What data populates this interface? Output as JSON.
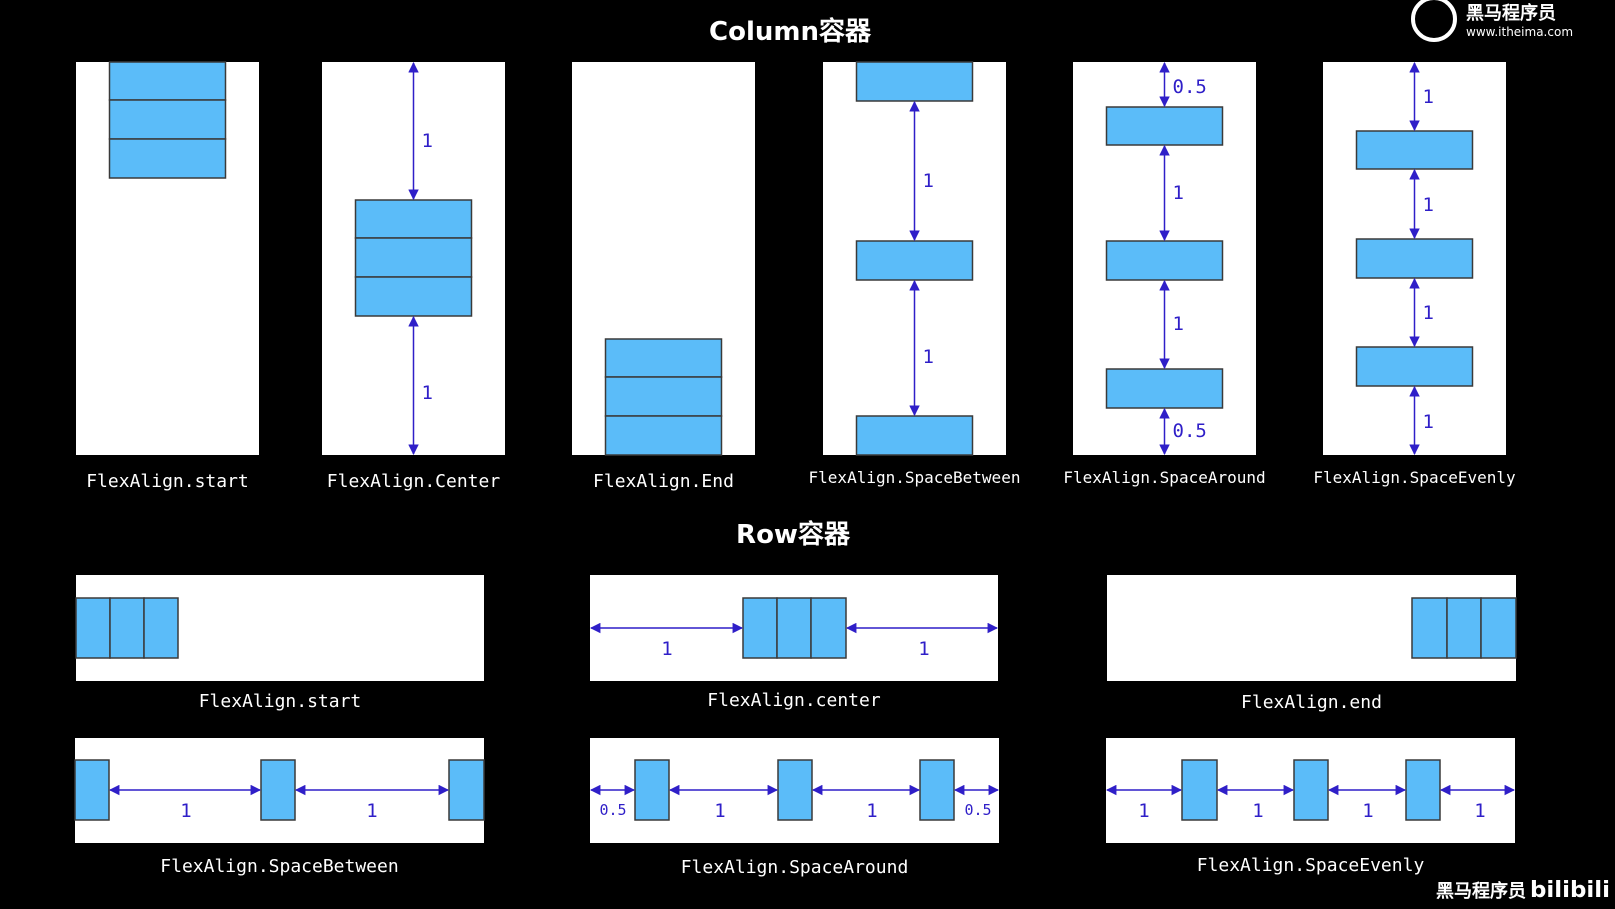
{
  "column_section": {
    "title": "Column容器",
    "panels": [
      {
        "label": "FlexAlign.start",
        "gaps": []
      },
      {
        "label": "FlexAlign.Center",
        "gaps": [
          "1",
          "1"
        ]
      },
      {
        "label": "FlexAlign.End",
        "gaps": []
      },
      {
        "label": "FlexAlign.SpaceBetween",
        "gaps": [
          "1",
          "1"
        ]
      },
      {
        "label": "FlexAlign.SpaceAround",
        "gaps": [
          "0.5",
          "1",
          "1",
          "0.5"
        ]
      },
      {
        "label": "FlexAlign.SpaceEvenly",
        "gaps": [
          "1",
          "1",
          "1",
          "1"
        ]
      }
    ]
  },
  "row_section": {
    "title": "Row容器",
    "panels": [
      {
        "label": "FlexAlign.start",
        "gaps": []
      },
      {
        "label": "FlexAlign.center",
        "gaps": [
          "1",
          "1"
        ]
      },
      {
        "label": "FlexAlign.end",
        "gaps": []
      },
      {
        "label": "FlexAlign.SpaceBetween",
        "gaps": [
          "1",
          "1"
        ]
      },
      {
        "label": "FlexAlign.SpaceAround",
        "gaps": [
          "0.5",
          "1",
          "1",
          "0.5"
        ]
      },
      {
        "label": "FlexAlign.SpaceEvenly",
        "gaps": [
          "1",
          "1",
          "1",
          "1"
        ]
      }
    ]
  },
  "logo": {
    "name": "黑马程序员",
    "url": "www.itheima.com"
  },
  "watermark": {
    "text": "黑马程序员",
    "brand": "bilibili"
  },
  "colors": {
    "box": "#5bbcf9",
    "box_stroke": "#3a3a3a",
    "arrow": "#2f1fc8",
    "panel": "#ffffff"
  }
}
